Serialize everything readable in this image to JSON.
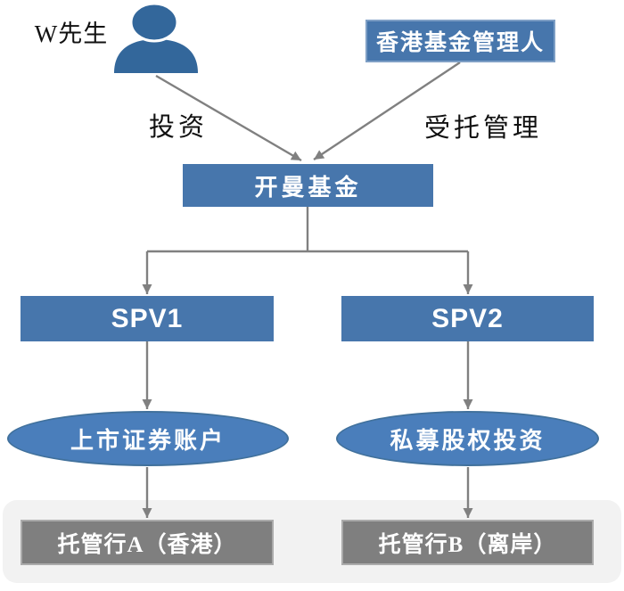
{
  "diagram": {
    "nodes": {
      "investor": "W先生",
      "manager": "香港基金管理人",
      "fund": "开曼基金",
      "spv1": "SPV1",
      "spv2": "SPV2",
      "account1": "上市证券账户",
      "account2": "私募股权投资",
      "custodian_a": "托管行A（香港）",
      "custodian_b": "托管行B（离岸）"
    },
    "edge_labels": {
      "invest": "投资",
      "manage": "受托管理"
    },
    "icons": {
      "person": "person-icon"
    },
    "colors": {
      "node_blue": "#4776AC",
      "manager_border_blue": "#7E9FC5",
      "ellipse_blue": "#4A7EBB",
      "ellipse_border_blue": "#41719C",
      "person_icon_blue": "#33679B",
      "custodian_gray": "#7F7F7F",
      "custodian_border_gray": "#ABABAB",
      "connector_gray": "#808080",
      "strip_background": "#F2F2F2",
      "label_text": "#111111",
      "node_text": "#FFFFFF"
    }
  }
}
